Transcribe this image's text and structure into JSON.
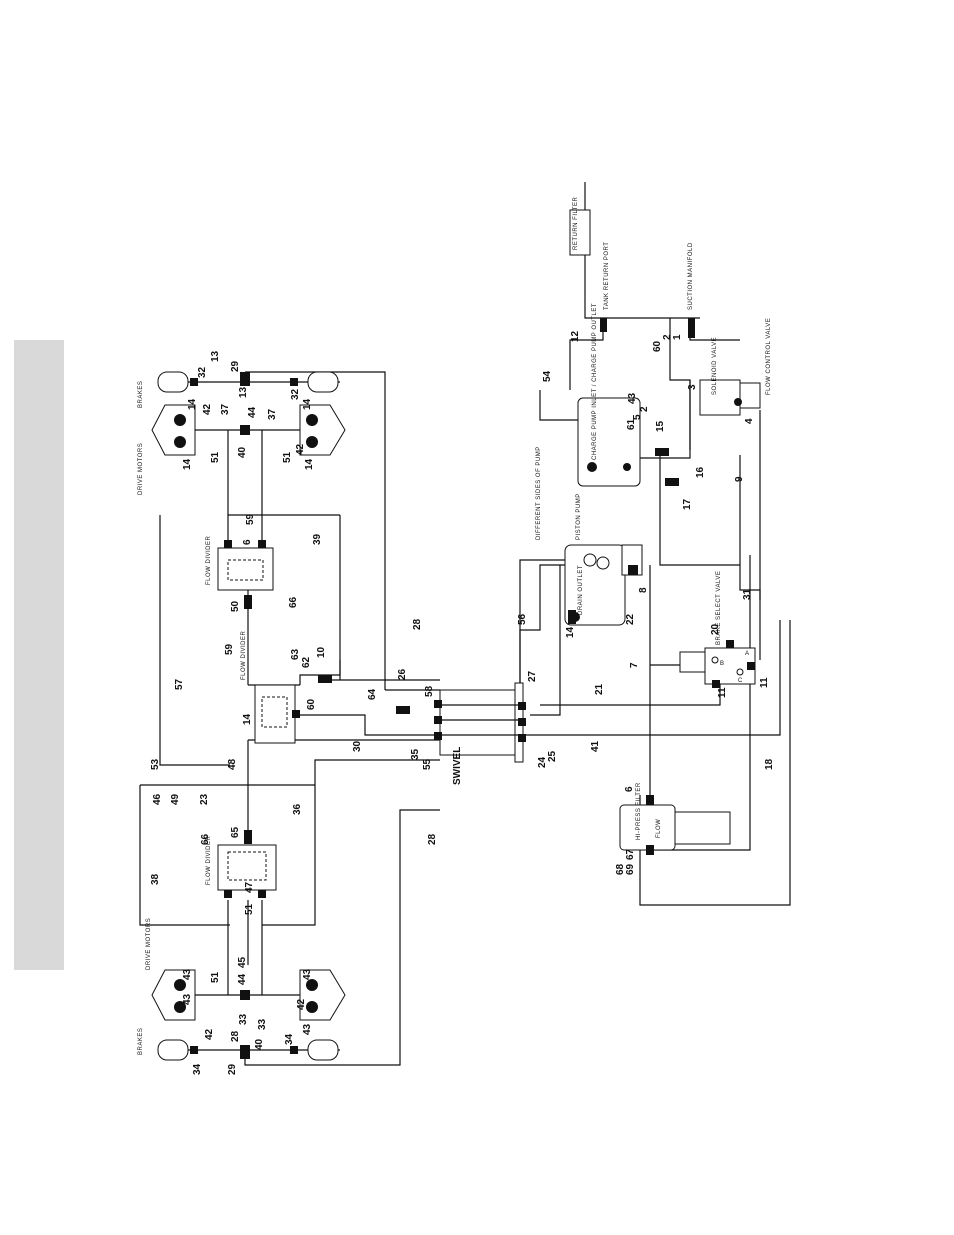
{
  "labels": {
    "return_filter": "RETURN FILTER",
    "tank_return_port": "TANK RETURN PORT",
    "suction_manifold": "SUCTION MANIFOLD",
    "solenoid_valve": "SOLENOID VALVE",
    "flow_control_valve": "FLOW CONTROL VALVE",
    "charge_pump": "CHARGE PUMP INLET / CHARGE PUMP OUTLET",
    "different_sides_of_pump": "DIFFERENT SIDES OF PUMP",
    "piston_pump": "PISTON PUMP",
    "drain_outlet": "DRAIN OUTLET",
    "brake_select_valve": "BRAKE SELECT VALVE",
    "hi_press_filter": "HI-PRESS FILTER",
    "flow": "FLOW",
    "swivel": "SWIVEL",
    "flow_divider_top": "FLOW DIVIDER",
    "flow_divider_mid": "FLOW DIVIDER",
    "flow_divider_bottom": "FLOW DIVIDER",
    "drive_motors_top": "DRIVE MOTORS",
    "drive_motors_bottom": "DRIVE MOTORS",
    "brakes_top": "BRAKES",
    "brakes_bottom": "BRAKES",
    "port_a": "A",
    "port_b": "B",
    "port_c": "C"
  },
  "callouts": {
    "c12": "12",
    "c54": "54",
    "c60": "60",
    "c2": "2",
    "c1": "1",
    "c3": "3",
    "c4": "4",
    "c43": "43",
    "c5": "5",
    "c61": "61",
    "c15": "15",
    "c16": "16",
    "c17": "17",
    "c9": "9",
    "c22": "22",
    "c8": "8",
    "c14a": "14",
    "c56": "56",
    "c31": "31",
    "c20": "20",
    "c7": "7",
    "c11a": "11",
    "c11b": "11",
    "c21": "21",
    "c27": "27",
    "c25": "25",
    "c24": "24",
    "c41": "41",
    "c18": "18",
    "c6b": "6",
    "c67": "67",
    "c68": "68",
    "c69": "69",
    "c26": "26",
    "c58": "58",
    "c35": "35",
    "c55": "55",
    "c28a": "28",
    "c28b": "28",
    "c64": "64",
    "c30": "30",
    "c60b": "60",
    "c62": "62",
    "c63": "63",
    "c10": "10",
    "c14b": "14",
    "c59a": "59",
    "c59b": "59",
    "c50": "50",
    "c66a": "66",
    "c6a": "6",
    "c39": "39",
    "c57": "57",
    "c48": "48",
    "c23": "23",
    "c49": "49",
    "c46": "46",
    "c53": "53",
    "c38": "38",
    "c36": "36",
    "c65": "65",
    "c66b": "66",
    "c47": "47",
    "c51a": "51",
    "c51b": "51",
    "c51c": "51",
    "c51d": "51",
    "c13a": "13",
    "c13b": "13",
    "c29a": "29",
    "c32a": "32",
    "c32b": "32",
    "c42a": "42",
    "c42b": "42",
    "c14c": "14",
    "c14d": "14",
    "c14e": "14",
    "c14f": "14",
    "c37a": "37",
    "c37b": "37",
    "c44a": "44",
    "c40a": "40",
    "c43a": "43",
    "c43b": "43",
    "c43c": "43",
    "c43d": "43",
    "c44b": "44",
    "c45": "45",
    "c33a": "33",
    "c33b": "33",
    "c42c": "42",
    "c42d": "42",
    "c40b": "40",
    "c28c": "28",
    "c29b": "29",
    "c34a": "34",
    "c34b": "34"
  },
  "colors": {
    "line": "#111111",
    "side_tab": "#d9d9d9",
    "background": "#ffffff"
  }
}
